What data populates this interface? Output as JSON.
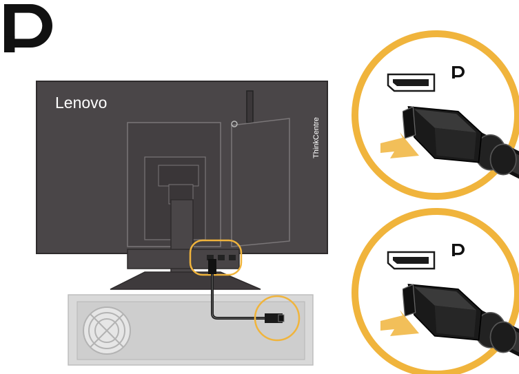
{
  "monitor": {
    "brand": "Lenovo",
    "sub_brand": "ThinkCentre"
  },
  "icons": {
    "corner_logo": "displayport-logo-icon",
    "port_logo": "displayport-logo-icon",
    "insert_arrow": "insert-arrow-icon",
    "vent": "fan-vent-icon"
  },
  "colors": {
    "monitor_body": "#4a4648",
    "highlight": "#f0b43c",
    "callout_fill": "#ffffff",
    "pc_case": "#d9d9d9",
    "arrow": "#f0b43c",
    "cable": "#1a1a1a"
  },
  "callouts": [
    {
      "name": "callout-top",
      "description_icon": "displayport-connector-icon"
    },
    {
      "name": "callout-bottom",
      "description_icon": "displayport-connector-icon"
    }
  ]
}
